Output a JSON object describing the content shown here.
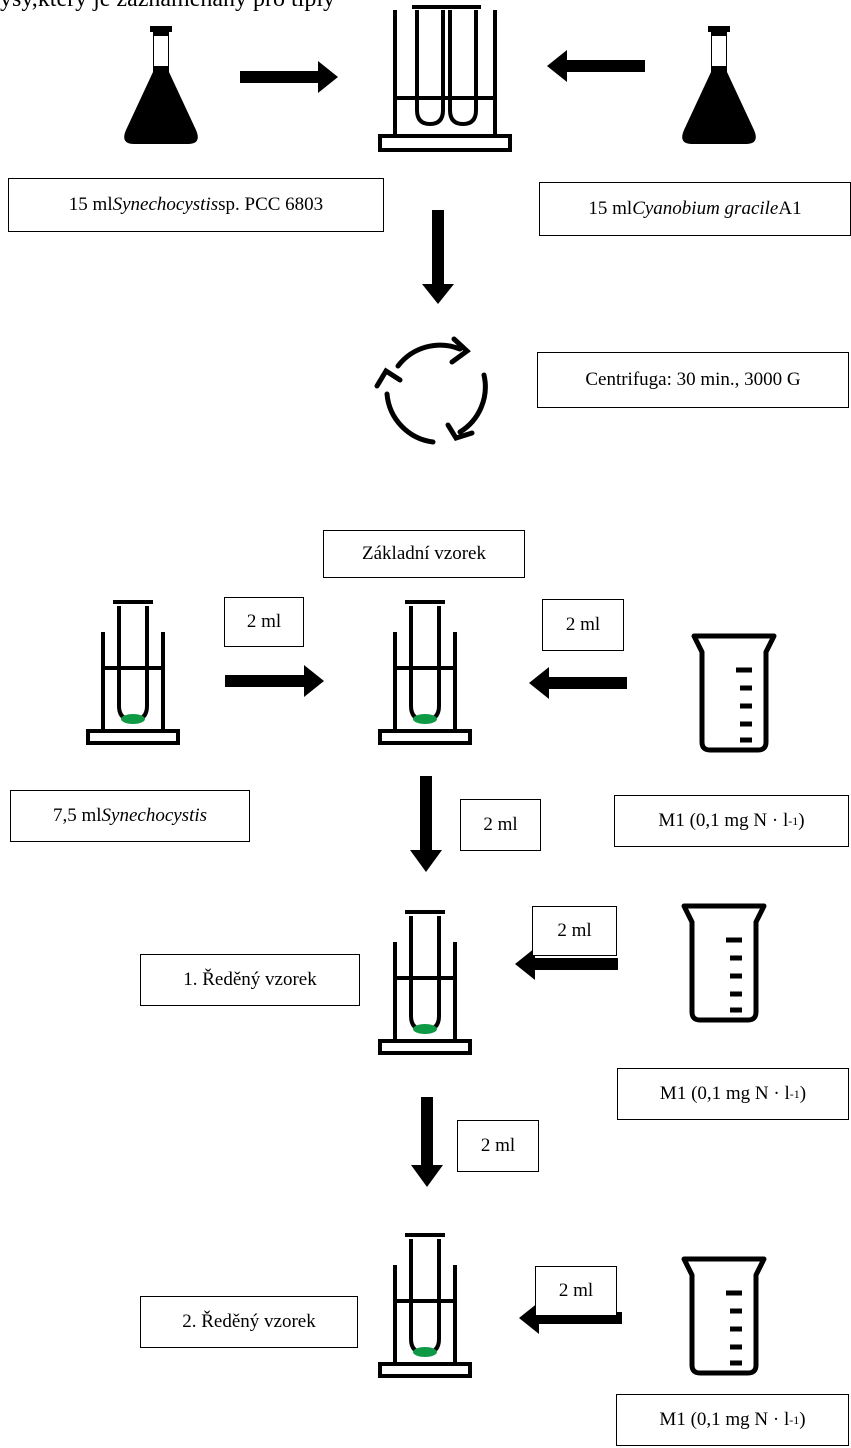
{
  "header_fragment": "ysy,ktery je zaznamenany pro tlply",
  "boxes": {
    "synechocystis_15": {
      "pre": "15 ml ",
      "italic": "Synechocystis",
      "post": " sp. PCC 6803"
    },
    "cyanobium_15": {
      "pre": "15 ml ",
      "italic": "Cyanobium gracile",
      "post": " A1"
    },
    "centrifuga": "Centrifuga: 30 min., 3000 G",
    "zakladni": "Základní vzorek",
    "synechocystis_75": {
      "pre": "7,5 ml ",
      "italic": "Synechocystis",
      "post": ""
    },
    "medium": {
      "pre": "M1 (0,1 mg N · l",
      "sup": "-1",
      "post": ")"
    },
    "dilution_1": "1. Ředěný vzorek",
    "dilution_2": "2. Ředěný vzorek",
    "volume": "2 ml"
  },
  "colors": {
    "sample": "#0e9944",
    "ink": "#000000"
  }
}
